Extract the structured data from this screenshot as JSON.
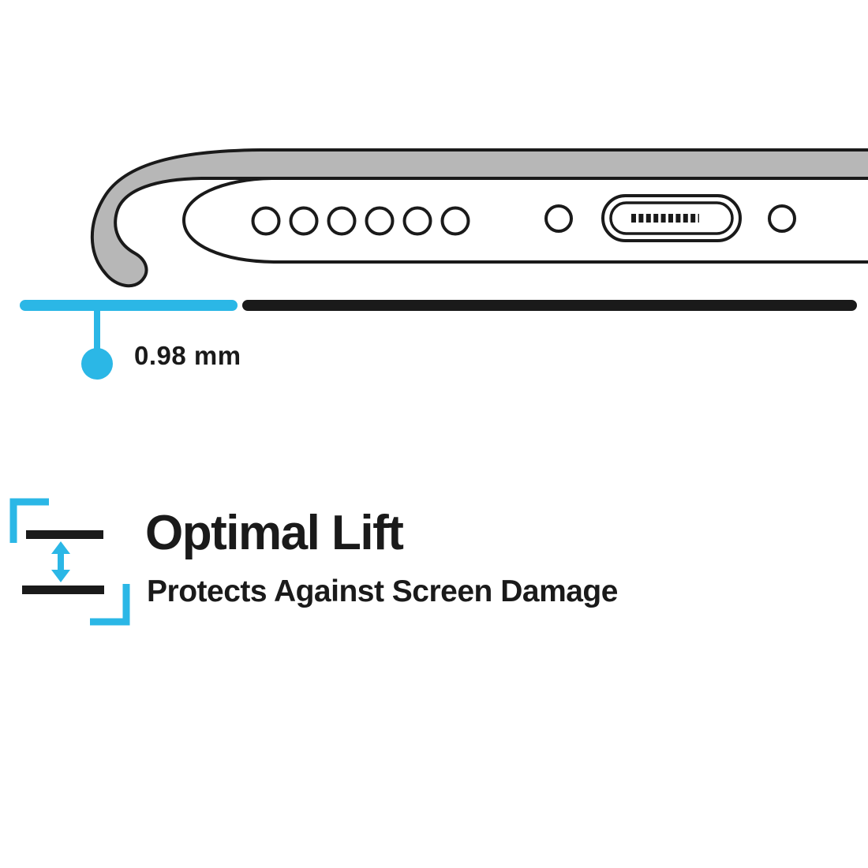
{
  "diagram": {
    "measurement_label": "0.98 mm"
  },
  "feature": {
    "title": "Optimal Lift",
    "subtitle": "Protects Against Screen Damage"
  },
  "colors": {
    "accent": "#2bb7e6",
    "ink": "#1a1a1a",
    "case-gray": "#b7b7b7",
    "background": "#ffffff"
  },
  "icons": {
    "lift_gap": "lift-gap-double-arrow-icon"
  }
}
